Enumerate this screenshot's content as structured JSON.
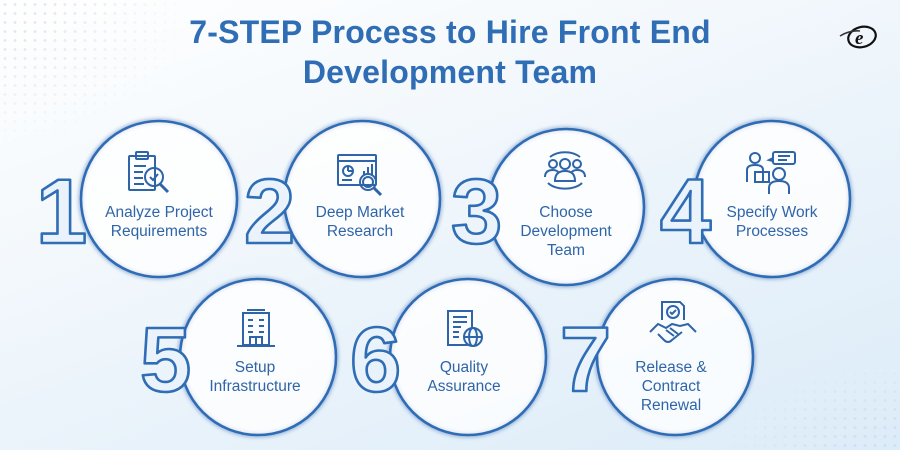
{
  "title": {
    "line1": "7-STEP Process to Hire Front End",
    "line2": "Development Team"
  },
  "logo": {
    "icon": "e-logo-icon",
    "glyph": "e"
  },
  "colors": {
    "title": "#2f6db5",
    "circle_stroke": "#2f6db5",
    "label_text": "#2f65a8",
    "background_light": "#ffffff",
    "background_blue": "#dcecf8"
  },
  "steps": [
    {
      "number": "1",
      "label_line1": "Analyze Project",
      "label_line2": "Requirements",
      "label_line3": "",
      "icon": "clipboard-magnifier-check-icon"
    },
    {
      "number": "2",
      "label_line1": "Deep Market",
      "label_line2": "Research",
      "label_line3": "",
      "icon": "dashboard-chart-magnifier-icon"
    },
    {
      "number": "3",
      "label_line1": "Choose",
      "label_line2": "Development",
      "label_line3": "Team",
      "icon": "team-group-icon"
    },
    {
      "number": "4",
      "label_line1": "Specify Work",
      "label_line2": "Processes",
      "label_line3": "",
      "icon": "meeting-laptop-chat-icon"
    },
    {
      "number": "5",
      "label_line1": "Setup",
      "label_line2": "Infrastructure",
      "label_line3": "",
      "icon": "office-building-icon"
    },
    {
      "number": "6",
      "label_line1": "Quality",
      "label_line2": "Assurance",
      "label_line3": "",
      "icon": "document-globe-icon"
    },
    {
      "number": "7",
      "label_line1": "Release &",
      "label_line2": "Contract",
      "label_line3": "Renewal",
      "icon": "handshake-contract-icon"
    }
  ]
}
